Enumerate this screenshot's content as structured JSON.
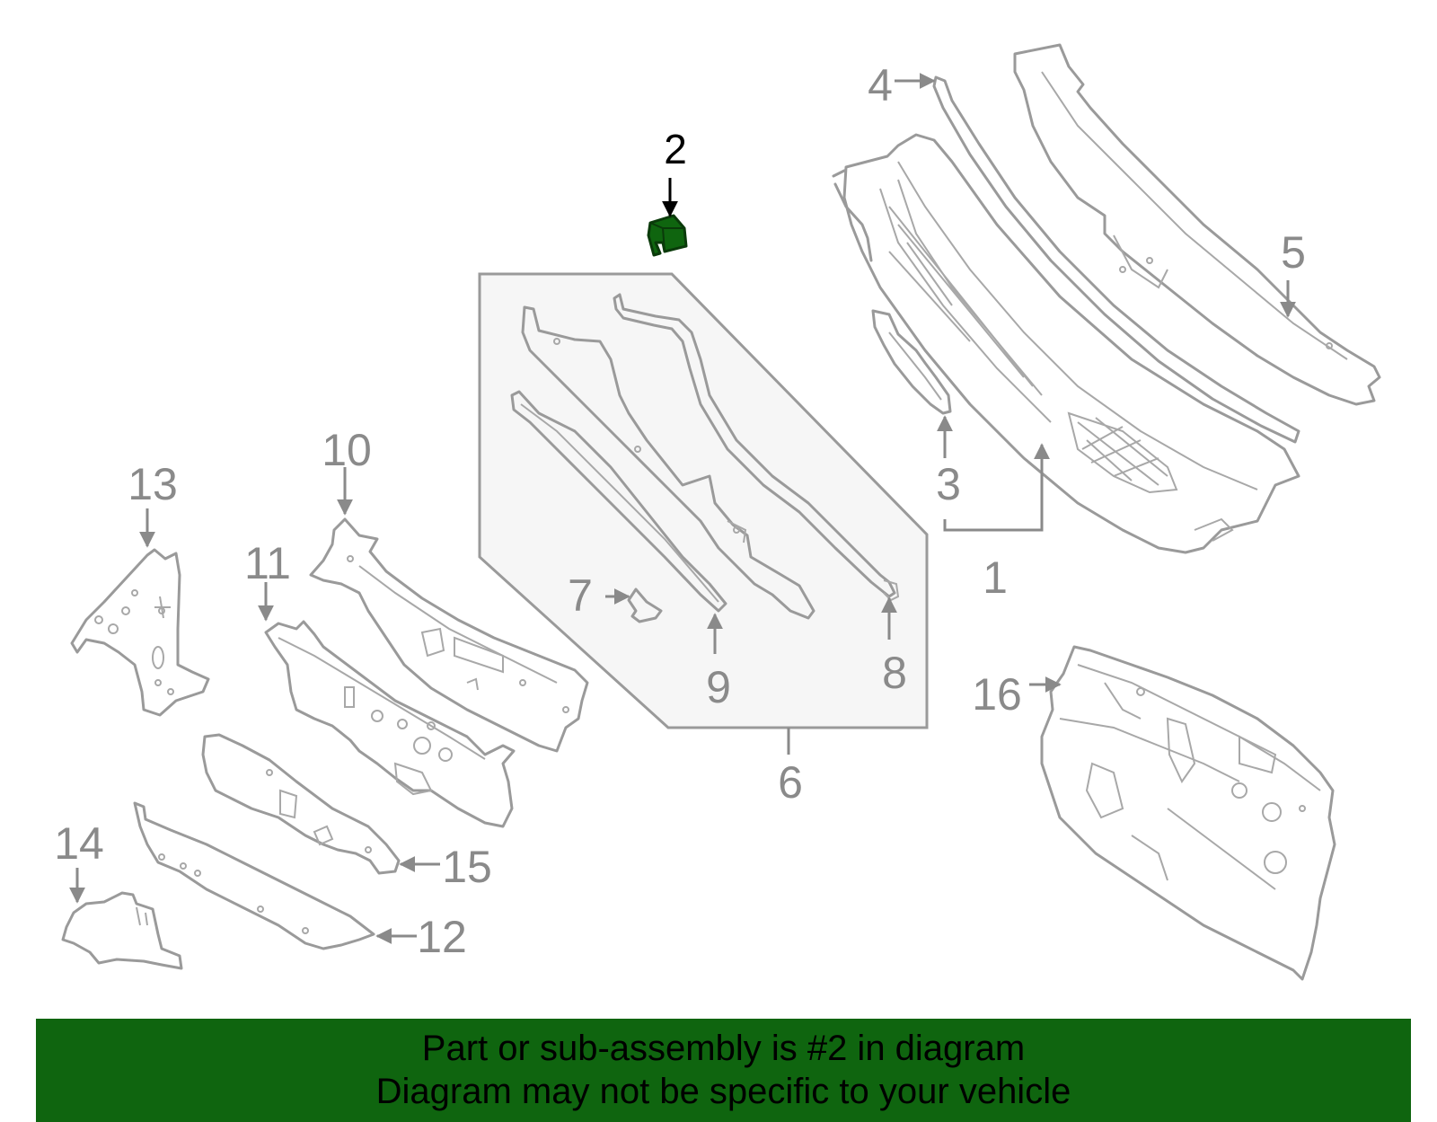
{
  "diagram": {
    "highlighted_part": "2",
    "highlight_color": "#0f650f",
    "callouts": {
      "c1": "1",
      "c2": "2",
      "c3": "3",
      "c4": "4",
      "c5": "5",
      "c6": "6",
      "c7": "7",
      "c8": "8",
      "c9": "9",
      "c10": "10",
      "c11": "11",
      "c12": "12",
      "c13": "13",
      "c14": "14",
      "c15": "15",
      "c16": "16"
    }
  },
  "banner": {
    "line1": "Part or sub-assembly is #2 in diagram",
    "line2": "Diagram may not be specific to your vehicle",
    "background": "#0f650f"
  }
}
